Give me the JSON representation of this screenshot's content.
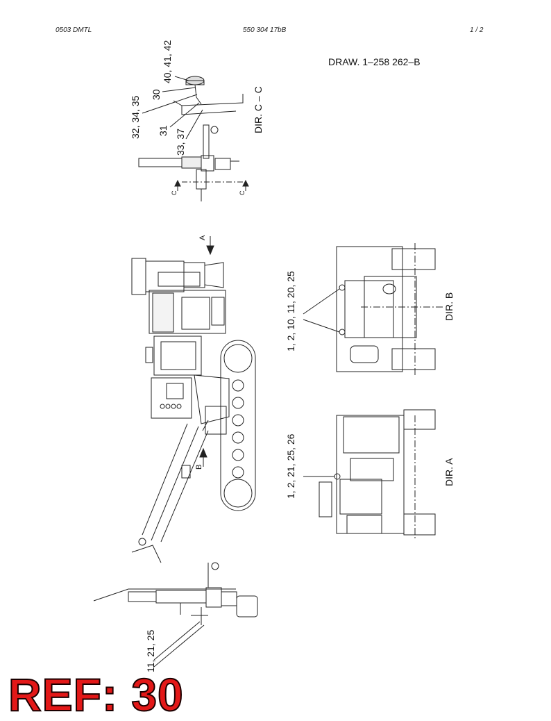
{
  "header": {
    "left_code": "0503 DMTL",
    "center_code": "550 304 17bB",
    "page": "1 /  2"
  },
  "drawing_number": "DRAW. 1–258 262–B",
  "views": {
    "c": "DIR. C – C",
    "b": "DIR. B",
    "a": "DIR. A",
    "arrow_a": "A",
    "arrow_b": "B",
    "section_left": "C",
    "section_right": "C"
  },
  "callouts": {
    "c_40_41_42": "40, 41, 42",
    "c_30": "30",
    "c_32_34_35": "32, 34, 35",
    "c_31": "31",
    "c_33_37": "33, 37",
    "b_1_2_10_11_20_25": "1, 2, 10, 11, 20, 25",
    "a_1_2_21_25_26": "1, 2, 21, 25, 26",
    "bottom_11_21_25": "11, 21, 25"
  },
  "ref_stamp": "REF: 30"
}
